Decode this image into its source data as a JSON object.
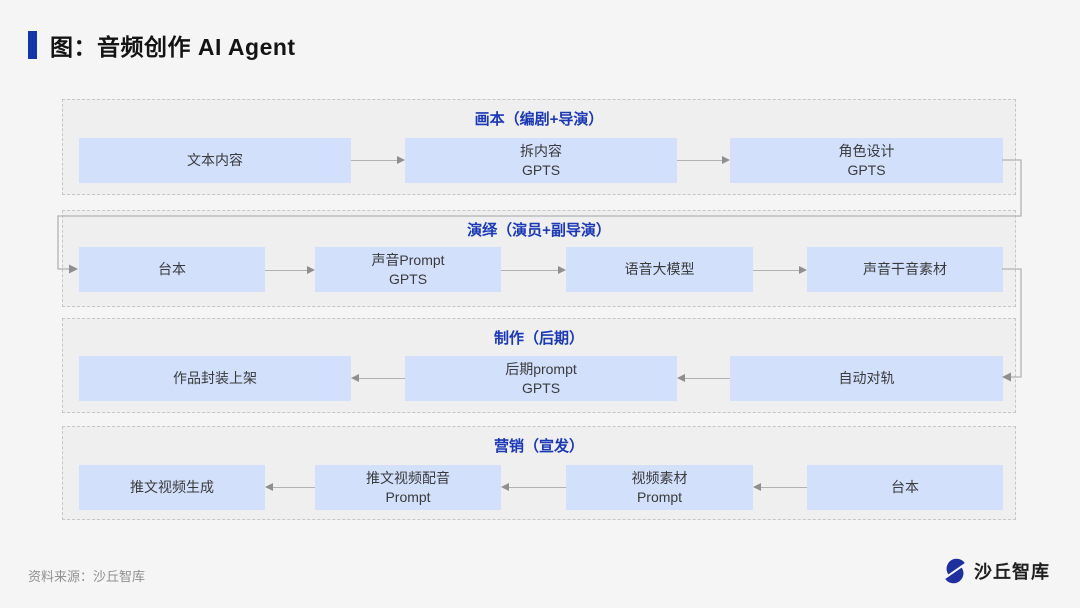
{
  "header": {
    "title": "图：音频创作 AI Agent"
  },
  "footer": {
    "source": "资料来源：沙丘智库",
    "brand": "沙丘智库"
  },
  "colors": {
    "accent_blue": "#1535ae",
    "section_title_blue": "#1a38b8",
    "box_fill": "#d2e0fc",
    "section_fill": "#efefef",
    "arrow_gray": "#8f8f8f",
    "logo_blue": "#1e2f9f"
  },
  "diagram": {
    "sections": [
      {
        "title": "画本（编剧+导演）",
        "direction": "right",
        "boxes": [
          {
            "label": "文本内容",
            "sub": ""
          },
          {
            "label": "拆内容",
            "sub": "GPTS"
          },
          {
            "label": "角色设计",
            "sub": "GPTS"
          }
        ]
      },
      {
        "title": "演绎（演员+副导演）",
        "direction": "right",
        "boxes": [
          {
            "label": "台本",
            "sub": ""
          },
          {
            "label": "声音Prompt",
            "sub": "GPTS"
          },
          {
            "label": "语音大模型",
            "sub": ""
          },
          {
            "label": "声音干音素材",
            "sub": ""
          }
        ]
      },
      {
        "title": "制作（后期）",
        "direction": "left",
        "boxes": [
          {
            "label": "作品封装上架",
            "sub": ""
          },
          {
            "label": "后期prompt",
            "sub": "GPTS"
          },
          {
            "label": "自动对轨",
            "sub": ""
          }
        ]
      },
      {
        "title": "营销（宣发）",
        "direction": "left",
        "boxes": [
          {
            "label": "推文视频生成",
            "sub": ""
          },
          {
            "label": "推文视频配音",
            "sub": "Prompt"
          },
          {
            "label": "视频素材",
            "sub": "Prompt"
          },
          {
            "label": "台本",
            "sub": ""
          }
        ]
      }
    ],
    "connectors": [
      {
        "from": "角色设计 GPTS",
        "to": "台本（演绎）"
      },
      {
        "from": "声音干音素材",
        "to": "自动对轨"
      }
    ]
  }
}
